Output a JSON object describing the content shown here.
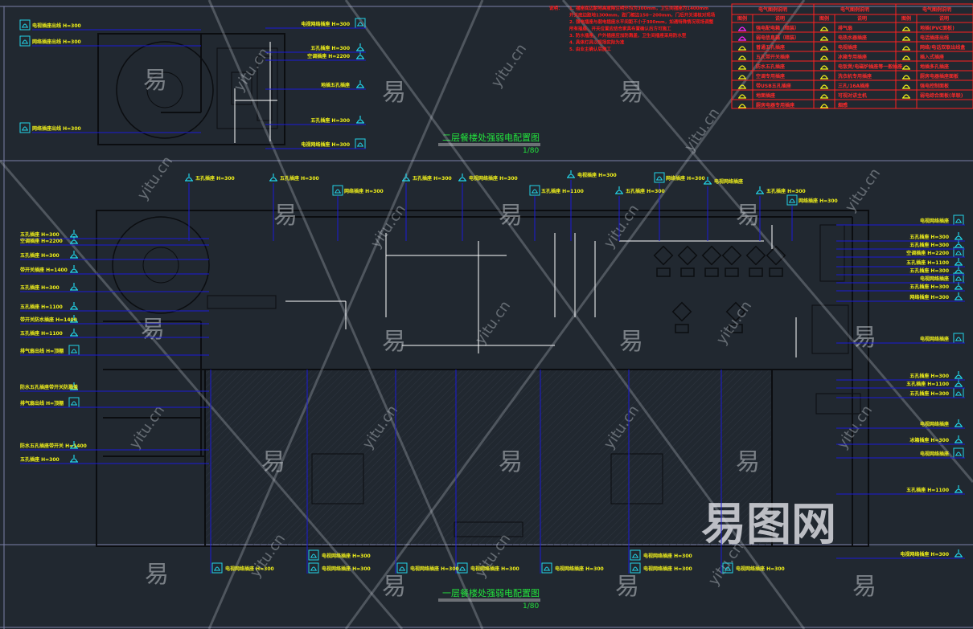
{
  "titles": {
    "upper": "二层餐楼处强弱电配置图",
    "upper_scale": "1/80",
    "lower": "一层餐楼处强弱电配置图",
    "lower_scale": "1/80"
  },
  "notes": {
    "heading": "说明：",
    "lines": [
      "1. 插座底边距地高度除注明外均为300mm，卫生间插座为1400mm",
      "   开关底边距地1300mm，距门框边150~200mm，门后开关请核对现场",
      "2. 强电插座与弱电插座水平间距不小于300mm，如遇特殊情况现场调整",
      "   所有插座、开关位置应结合家具布置确认后方可施工",
      "3. 防水插座，户外插座应加防溅盖，卫生间插座采用防水型",
      "4. 具体灯具以现场实际为准",
      "5. 由业主确认后施工"
    ]
  },
  "legend": {
    "groups": [
      {
        "header": "电气图例说明",
        "col_symbol": "图例",
        "col_desc": "说明",
        "items": [
          "强电配电箱（暗装）",
          "弱电信息箱（暗装）",
          "普通五孔插座",
          "五孔带开关插座",
          "防水五孔插座",
          "空调专用插座",
          "带USB五孔插座",
          "地面插座",
          "厨房电器专用插座"
        ]
      },
      {
        "header": "电气图例说明",
        "col_symbol": "图例",
        "col_desc": "说明",
        "items": [
          "排气扇",
          "电热水器插座",
          "电视插座",
          "冰箱专用插座",
          "电饭煲/电磁炉插座等一般插座",
          "洗衣机专用插座",
          "三孔/16A插座",
          "可视对讲主机",
          "烟感"
        ]
      },
      {
        "header": "电气图例说明",
        "col_symbol": "图例",
        "col_desc": "说明",
        "items": [
          "地插(PVC面板)",
          "电话插座出线",
          "网络/电话双联出线盒",
          "插入式插座",
          "地插多孔插座",
          "厨房电器插座面板",
          "强电控制面板",
          "弱电综合面板(单联)",
          ""
        ]
      }
    ]
  },
  "upper_plan": {
    "left_labels": [
      "电视插座出线 H=300",
      "网络插座出线 H=300",
      "网络插座出线 H=300"
    ],
    "right_labels": [
      "电视网络插座 H=300",
      "五孔插座 H=300",
      "空调插座 H=2200",
      "地插五孔插座",
      "五孔插座 H=300",
      "电视网络插座 H=300"
    ]
  },
  "lower_plan": {
    "top_labels": [
      "五孔插座 H=300",
      "五孔插座 H=300",
      "网络插座 H=300",
      "五孔插座 H=300",
      "电视网络插座 H=300",
      "五孔插座 H=1100",
      "电视插座 H=300",
      "五孔插座 H=300",
      "网络插座 H=300",
      "电视网络插座",
      "五孔插座 H=300",
      "网络插座 H=300"
    ],
    "left_labels": [
      "五孔插座 H=300",
      "空调插座 H=2200",
      "五孔插座 H=300",
      "带开关插座 H=1400",
      "五孔插座 H=300",
      "五孔插座 H=1100",
      "带开关防水插座 H=1400",
      "五孔插座 H=1100",
      "排气扇出线 H=顶棚",
      "防水五孔插座带开关防溅盖",
      "排气扇出线 H=顶棚",
      "防水五孔插座带开关 H=1400",
      "五孔插座 H=300"
    ],
    "right_labels": [
      "电视网络插座",
      "五孔插座 H=300",
      "五孔插座 H=300",
      "空调插座 H=2200",
      "五孔插座 H=1100",
      "五孔插座 H=300",
      "电视网络插座",
      "五孔插座 H=300",
      "网络插座 H=300",
      "电视网络插座",
      "五孔插座 H=300",
      "五孔插座 H=1100",
      "五孔插座 H=300",
      "电视网络插座",
      "冰箱插座 H=300",
      "电视网络插座",
      "五孔插座 H=1100",
      "电视网络插座 H=300"
    ],
    "bottom_labels": [
      "电视网络插座 H=300",
      "电视网络插座 H=300",
      "电视网络插座 H=300",
      "电视网络插座 H=300",
      "电视网络插座 H=300",
      "电视网络插座 H=300",
      "电视网络插座 H=300",
      "电视网络插座 H=300",
      "电视网络插座 H=300"
    ]
  },
  "watermark": {
    "glyph": "易",
    "site": "yitu.cn",
    "brand": "易图网"
  },
  "colors": {
    "background": "#212830",
    "label": "#f2f21a",
    "symbol": "#22d3e8",
    "leader": "#1a1ad8",
    "title": "#22e23c",
    "legend": "#ff2a2a"
  }
}
